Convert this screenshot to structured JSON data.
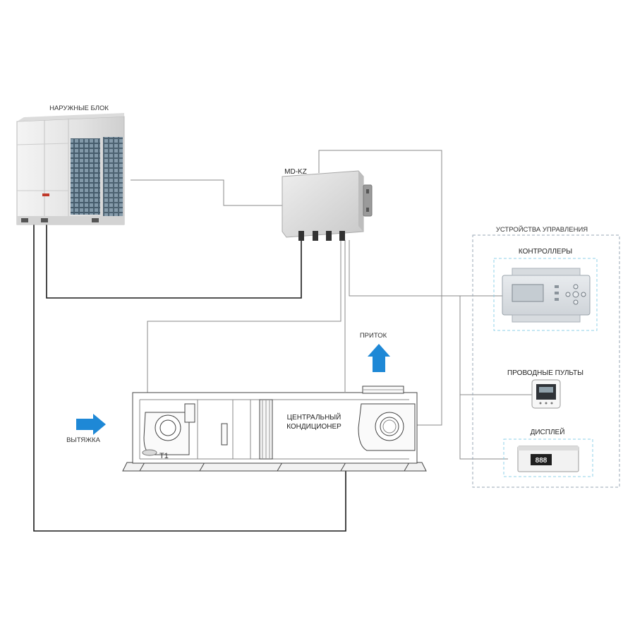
{
  "labels": {
    "outdoor_unit": "НАРУЖНЫЕ БЛОК",
    "md_kz": "MD-KZ",
    "control_devices": "УСТРОЙСТВА УПРАВЛЕНИЯ",
    "controllers": "КОНТРОЛЛЕРЫ",
    "wired_remotes": "ПРОВОДНЫЕ ПУЛЬТЫ",
    "display": "ДИСПЛЕЙ",
    "supply": "ПРИТОК",
    "exhaust": "ВЫТЯЖКА",
    "central_ac_line1": "ЦЕНТРАЛЬНЫЙ",
    "central_ac_line2": "КОНДИЦИОНЕР",
    "sensor": "T1"
  },
  "colors": {
    "arrow": "#1e88d6",
    "pipe": "#1a1a1a",
    "signal": "#888888",
    "dashed_frame": "#9aa7b5",
    "controller_frame": "#8fd0e8"
  },
  "display_panel": {
    "readout": "888"
  }
}
